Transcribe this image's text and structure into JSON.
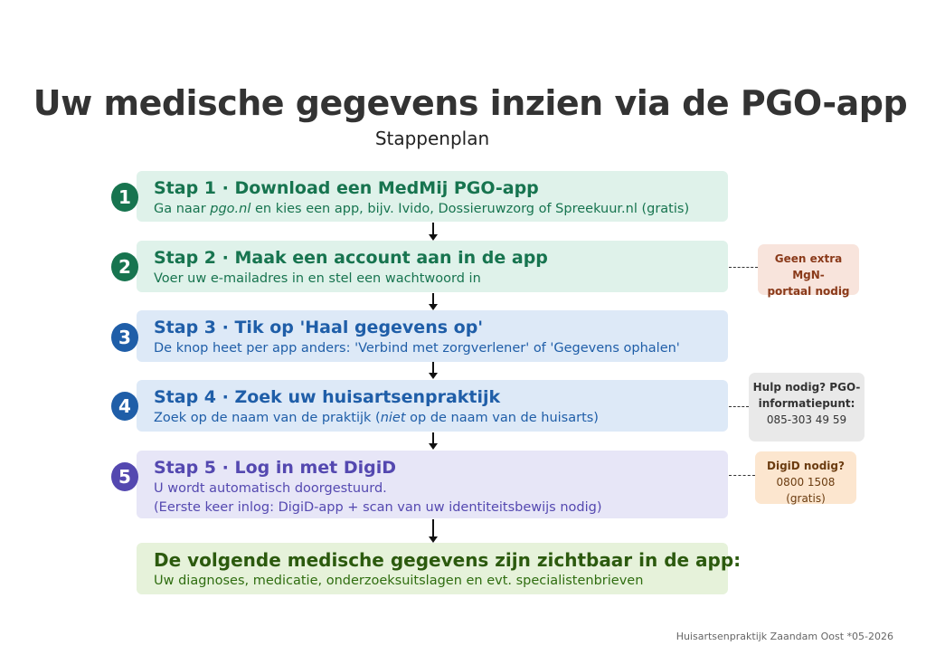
{
  "title": "Uw medische gegevens inzien via de PGO-app",
  "subtitle": "Stappenplan",
  "steps": [
    {
      "number": "1",
      "heading": "Stap 1 · Download een MedMij PGO-app",
      "desc_pre": "Ga naar ",
      "desc_em": "pgo.nl",
      "desc_post": " en kies een app, bijv. Ivido, Dossieruwzorg of Spreekuur.nl (gratis)"
    },
    {
      "number": "2",
      "heading": "Stap 2 · Maak een account aan in de app",
      "desc": "Voer uw e-mailadres in en stel een wachtwoord in"
    },
    {
      "number": "3",
      "heading": "Stap 3 · Tik op 'Haal gegevens op'",
      "desc": "De knop heet per app anders: 'Verbind met zorgverlener' of 'Gegevens ophalen'"
    },
    {
      "number": "4",
      "heading": "Stap 4 · Zoek uw huisartsenpraktijk",
      "desc_pre": "Zoek op de naam van de praktijk (",
      "desc_em": "niet",
      "desc_post": " op de naam van de huisarts)"
    },
    {
      "number": "5",
      "heading": "Stap 5 · Log in met DigiD",
      "desc": "U wordt automatisch doorgestuurd.",
      "desc2": "(Eerste keer inlog: DigiD-app + scan van uw identiteitsbewijs nodig)"
    }
  ],
  "result": {
    "heading": "De volgende medische gegevens zijn zichtbaar in de app:",
    "desc": "Uw diagnoses, medicatie, onderzoeksuitslagen en evt. specialistenbrieven"
  },
  "notes": {
    "mgn": {
      "line1": "Geen extra MgN-",
      "line2": "portaal nodig"
    },
    "pgo_help": {
      "line1": "Hulp nodig? PGO-",
      "line2": "informatiepunt:",
      "phone": "085-303 49 59"
    },
    "digid": {
      "line1": "DigiD nodig?",
      "phone": "0800 1508",
      "line3": "(gratis)"
    }
  },
  "colors": {
    "green": "#17744f",
    "blue": "#1f5ea8",
    "purple": "#5448b0",
    "result_green": "#2c5a0e"
  },
  "footer": "Huisartsenpraktijk Zaandam Oost *05-2026"
}
